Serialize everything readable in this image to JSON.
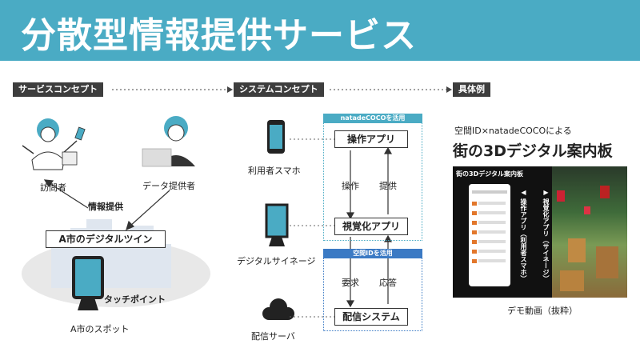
{
  "header": {
    "title": "分散型情報提供サービス",
    "color": "#4aabc4"
  },
  "sections": {
    "service_concept": "サービスコンセプト",
    "system_concept": "システムコンセプト",
    "example": "具体例"
  },
  "service": {
    "visitor_label": "訪問者",
    "provider_label": "データ提供者",
    "info_provision": "情報提供",
    "digital_twin": "A市のデジタルツイン",
    "touch_point": "タッチポイント",
    "spot_label": "A市のスポット"
  },
  "system": {
    "smartphone_label": "利用者スマホ",
    "signage_label": "デジタルサイネージ",
    "server_label": "配信サーバ",
    "band_top": "natadeCOCOを活用",
    "band_bottom": "空間IDを活用",
    "op_app": "操作アプリ",
    "vis_app": "視覚化アプリ",
    "delivery": "配信システム",
    "operate": "操作",
    "provide": "提供",
    "request": "要求",
    "response": "応答",
    "band_top_color": "#4aabc4",
    "band_bottom_color": "#3b7ac4"
  },
  "example": {
    "subtitle": "空間ID×natadeCOCOによる",
    "headline": "街の3Dデジタル案内板",
    "screen_title": "街の3Dデジタル案内板",
    "op_app_vertical": "◀ 操作アプリ（利用者スマホ）",
    "vis_app_vertical": "▶ 視覚化アプリ（サイネージ）",
    "caption": "デモ動画（抜粋）"
  }
}
